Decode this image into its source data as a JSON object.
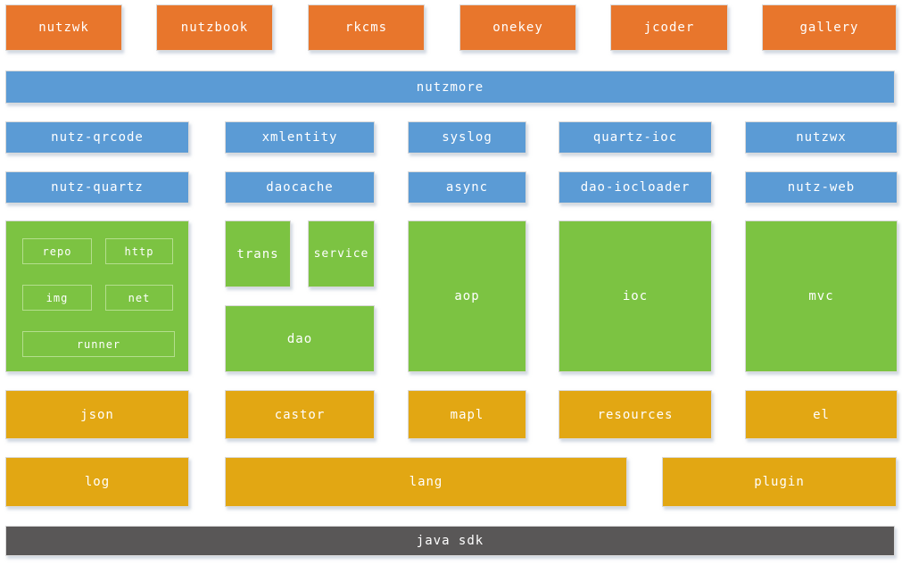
{
  "palette": {
    "orange": "#e8762c",
    "blue": "#5b9bd5",
    "green": "#7cc342",
    "gold": "#e2a713",
    "dark": "#595757",
    "border": "#d9d9d9",
    "sub_border": "#b4de8d",
    "text": "#ffffff"
  },
  "apps": {
    "items": [
      "nutzwk",
      "nutzbook",
      "rkcms",
      "onekey",
      "jcoder",
      "gallery"
    ]
  },
  "nutzmore": {
    "label": "nutzmore"
  },
  "plugins": {
    "row1": [
      "nutz-qrcode",
      "xmlentity",
      "syslog",
      "quartz-ioc",
      "nutzwx"
    ],
    "row2": [
      "nutz-quartz",
      "daocache",
      "async",
      "dao-iocloader",
      "nutz-web"
    ]
  },
  "core": {
    "tools": [
      "repo",
      "http",
      "img",
      "net",
      "runner"
    ],
    "trans": "trans",
    "service": "service",
    "dao": "dao",
    "aop": "aop",
    "ioc": "ioc",
    "mvc": "mvc"
  },
  "base": {
    "row1": [
      "json",
      "castor",
      "mapl",
      "resources",
      "el"
    ],
    "row2": [
      "log",
      "lang",
      "plugin"
    ]
  },
  "foundation": {
    "label": "java sdk"
  }
}
